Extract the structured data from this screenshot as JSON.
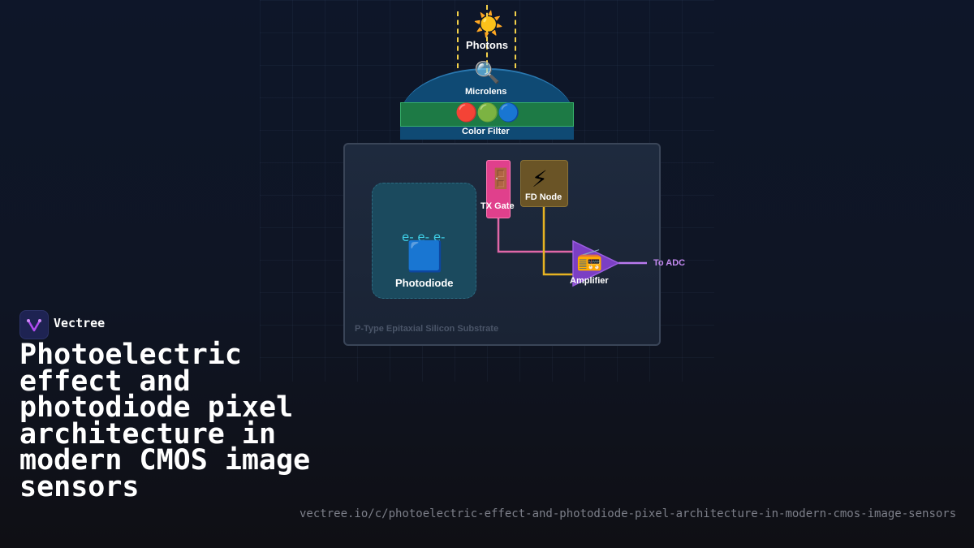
{
  "brand": {
    "name": "Vectree",
    "logo_icon": "vectree-logo-icon",
    "accent": "#b04cf0"
  },
  "title": "Photoelectric effect and photodiode pixel architecture in modern CMOS image sensors",
  "url": "vectree.io/c/photoelectric-effect-and-photodiode-pixel-architecture-in-modern-cmos-image-sensors",
  "diagram": {
    "photons": {
      "label": "Photons",
      "icon": "sun-icon",
      "ray_color": "#f2d04a"
    },
    "microlens": {
      "label": "Microlens",
      "icon": "magnifier-icon",
      "color": "#0f4a74"
    },
    "color_filter": {
      "label": "Color Filter",
      "icons": [
        "red-circle-icon",
        "green-circle-icon",
        "blue-circle-icon"
      ],
      "color": "#1d7a45"
    },
    "photodiode": {
      "label": "Photodiode",
      "electrons": "e- e- e-",
      "icon": "blue-square-icon"
    },
    "tx_gate": {
      "label": "TX Gate",
      "icon": "door-icon",
      "color": "#e0408c"
    },
    "fd_node": {
      "label": "FD Node",
      "icon": "lightning-icon",
      "color": "#6a5426"
    },
    "amplifier": {
      "label": "Amplifier",
      "icon": "radio-icon",
      "color": "#7b3fc4"
    },
    "output": {
      "label": "To ADC",
      "color": "#c389f0"
    },
    "substrate": {
      "label": "P-Type Epitaxial Silicon Substrate"
    }
  }
}
